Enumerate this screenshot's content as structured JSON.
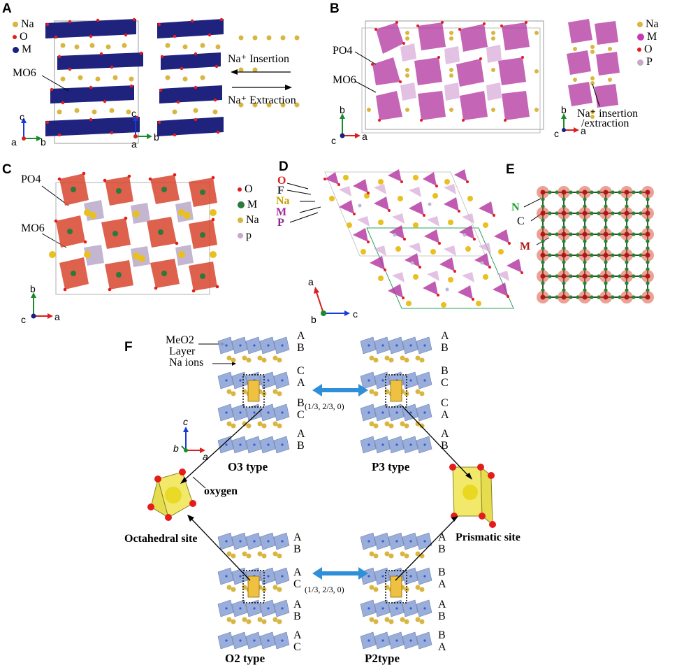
{
  "panels": {
    "A": {
      "label": "A",
      "legend": [
        {
          "sym": "Na",
          "color": "#d4b33a"
        },
        {
          "sym": "O",
          "color": "#e02020"
        },
        {
          "sym": "M",
          "color": "#1a1f80"
        }
      ],
      "mo6": "MO6",
      "insertion": "Na⁺ Insertion",
      "extraction": "Na⁺ Extraction",
      "axes": {
        "a": "a",
        "b": "b",
        "c": "c"
      }
    },
    "B": {
      "label": "B",
      "po4": "PO4",
      "mo6": "MO6",
      "legend": [
        {
          "sym": "Na",
          "color": "#d4b33a"
        },
        {
          "sym": "M",
          "color": "#c83ab4"
        },
        {
          "sym": "O",
          "color": "#e02020"
        },
        {
          "sym": "P",
          "color": "#c8a8c8"
        }
      ],
      "note1": "Na⁺ insertion",
      "note2": "/extraction",
      "axes": {
        "a": "a",
        "b": "b",
        "c": "c"
      }
    },
    "C": {
      "label": "C",
      "po4": "PO4",
      "mo6": "MO6",
      "legend": [
        {
          "sym": "O",
          "color": "#e02020"
        },
        {
          "sym": "M",
          "color": "#2a7a3a"
        },
        {
          "sym": "Na",
          "color": "#d4b33a"
        },
        {
          "sym": "p",
          "color": "#c8a8c8"
        }
      ],
      "axes": {
        "a": "a",
        "b": "b",
        "c": "c"
      }
    },
    "D": {
      "label": "D",
      "legend": [
        {
          "sym": "O",
          "color": "#e02020"
        },
        {
          "sym": "F",
          "color": "#444444"
        },
        {
          "sym": "Na",
          "color": "#c8a000"
        },
        {
          "sym": "M",
          "color": "#a02aa0"
        },
        {
          "sym": "P",
          "color": "#8a2a8a"
        }
      ],
      "axes": {
        "a": "a",
        "b": "b",
        "c": "c"
      }
    },
    "E": {
      "label": "E",
      "n": "N",
      "c": "C",
      "m": "M"
    },
    "F": {
      "label": "F",
      "meo2": "MeO2",
      "layer": "Layer",
      "na_ions": "Na ions",
      "o3_stack": [
        "A",
        "B",
        "C",
        "A",
        "B",
        "C",
        "A",
        "B"
      ],
      "p3_stack": [
        "A",
        "B",
        "B",
        "C",
        "C",
        "A",
        "A",
        "B"
      ],
      "o2_stack": [
        "A",
        "B",
        "A",
        "C",
        "A",
        "B",
        "A",
        "C"
      ],
      "p2_stack": [
        "A",
        "B",
        "B",
        "A",
        "A",
        "B",
        "B",
        "A"
      ],
      "shift": "(1/3, 2/3, 0)",
      "o3": "O3 type",
      "p3": "P3 type",
      "o2": "O2 type",
      "p2": "P2type",
      "oxygen": "oxygen",
      "octahedral": "Octahedral site",
      "prismatic": "Prismatic site",
      "axes": {
        "a": "a",
        "b": "b",
        "c": "c"
      }
    }
  },
  "colors": {
    "navy": "#1f237e",
    "gold": "#d8b640",
    "red": "#e41c1c",
    "magenta": "#b2329e",
    "orange": "#d8462e",
    "slab": "#8fa6d6",
    "arrow": "#2f8fd8",
    "green": "#1a8c2a"
  }
}
